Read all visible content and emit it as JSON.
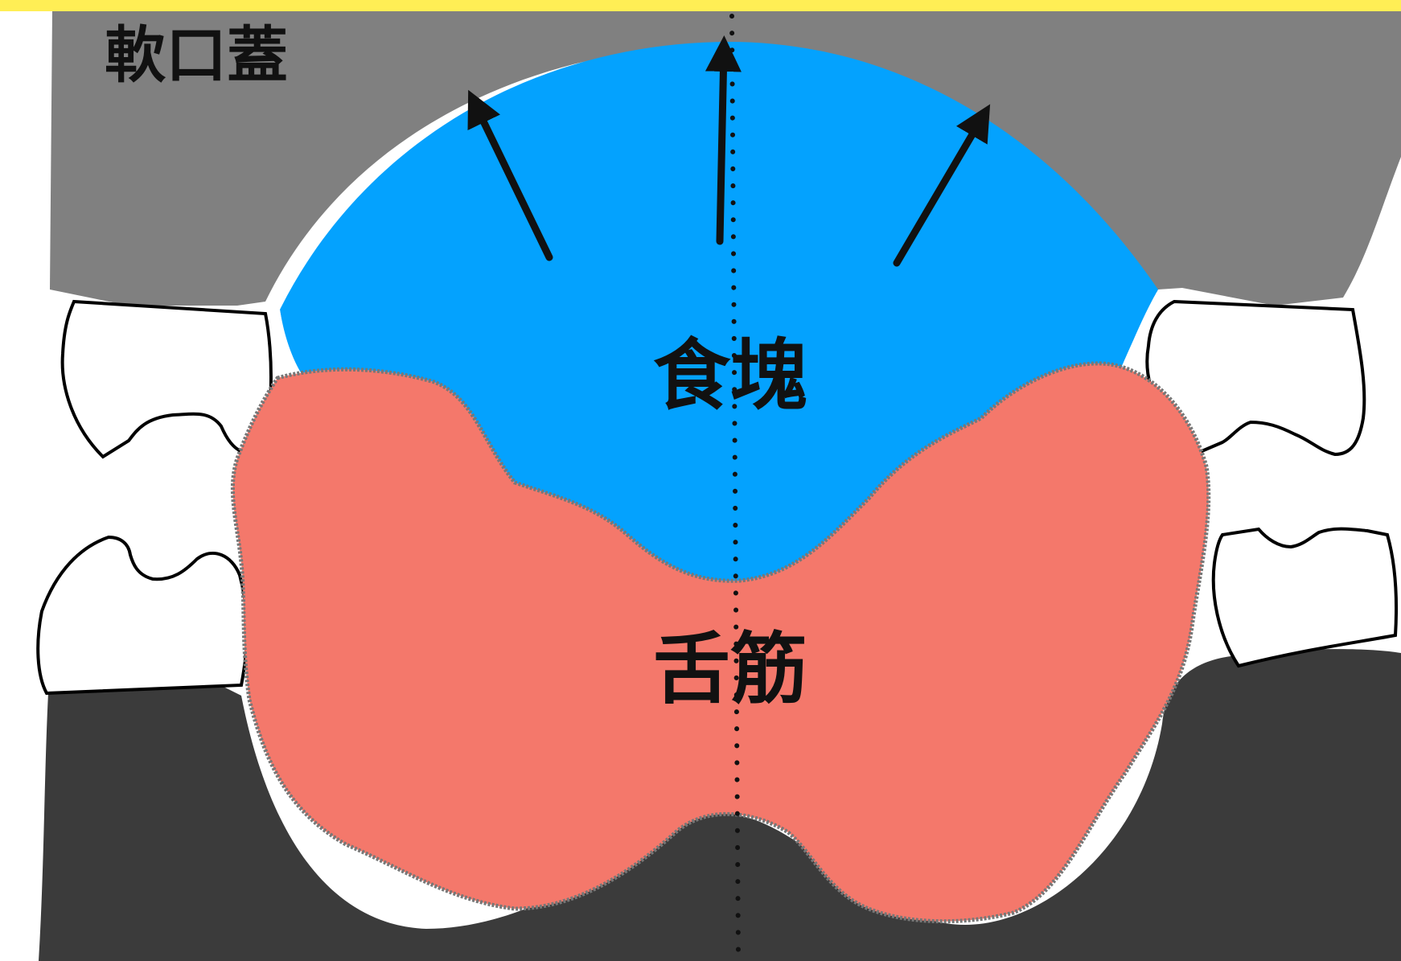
{
  "labels": {
    "soft_palate": "軟口蓋",
    "bolus": "食塊",
    "tongue_muscle": "舌筋"
  },
  "colors": {
    "top_band": "#ffee55",
    "soft_palate": "#808080",
    "bolus": "#04a2fe",
    "tongue": "#f4786b",
    "tongue_outline": "#777777",
    "lower_jaw": "#3b3b3b",
    "tooth_fill": "#ffffff",
    "tooth_outline": "#000000",
    "arrow": "#111111"
  },
  "icons": {
    "arrows": [
      "arrow-up-left-icon",
      "arrow-up-icon",
      "arrow-up-right-icon"
    ],
    "teeth": [
      "tooth-upper-left-icon",
      "tooth-lower-left-icon",
      "tooth-upper-right-icon",
      "tooth-lower-right-icon"
    ],
    "midline": "dotted-midline"
  }
}
